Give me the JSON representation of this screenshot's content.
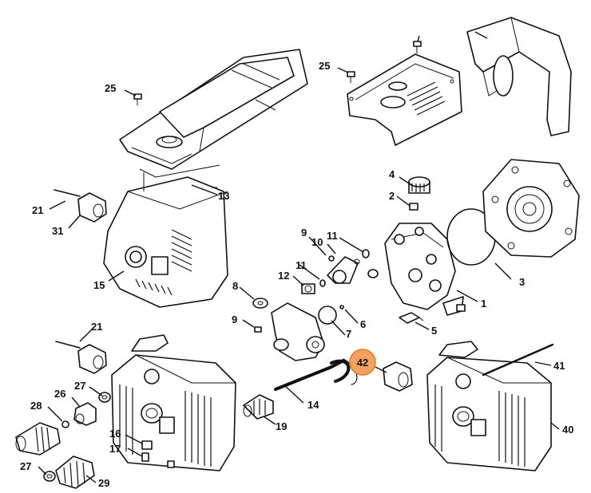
{
  "highlight": {
    "label": "42",
    "color": "#f4a261",
    "ring_color": "#e07a1d"
  },
  "callouts": {
    "c25a": "25",
    "c25b": "25",
    "c13": "13",
    "c21a": "21",
    "c31": "31",
    "c15": "15",
    "c4": "4",
    "c2": "2",
    "c3": "3",
    "c9a": "9",
    "c10": "10",
    "c11a": "11",
    "c11b": "11",
    "c12": "12",
    "c8": "8",
    "c9b": "9",
    "c7": "7",
    "c6": "6",
    "c1": "1",
    "c5": "5",
    "c21b": "21",
    "c27a": "27",
    "c26": "26",
    "c28": "28",
    "c14": "14",
    "c19": "19",
    "c16": "16",
    "c17": "17",
    "c27b": "27",
    "c29": "29",
    "c41": "41",
    "c40": "40"
  }
}
